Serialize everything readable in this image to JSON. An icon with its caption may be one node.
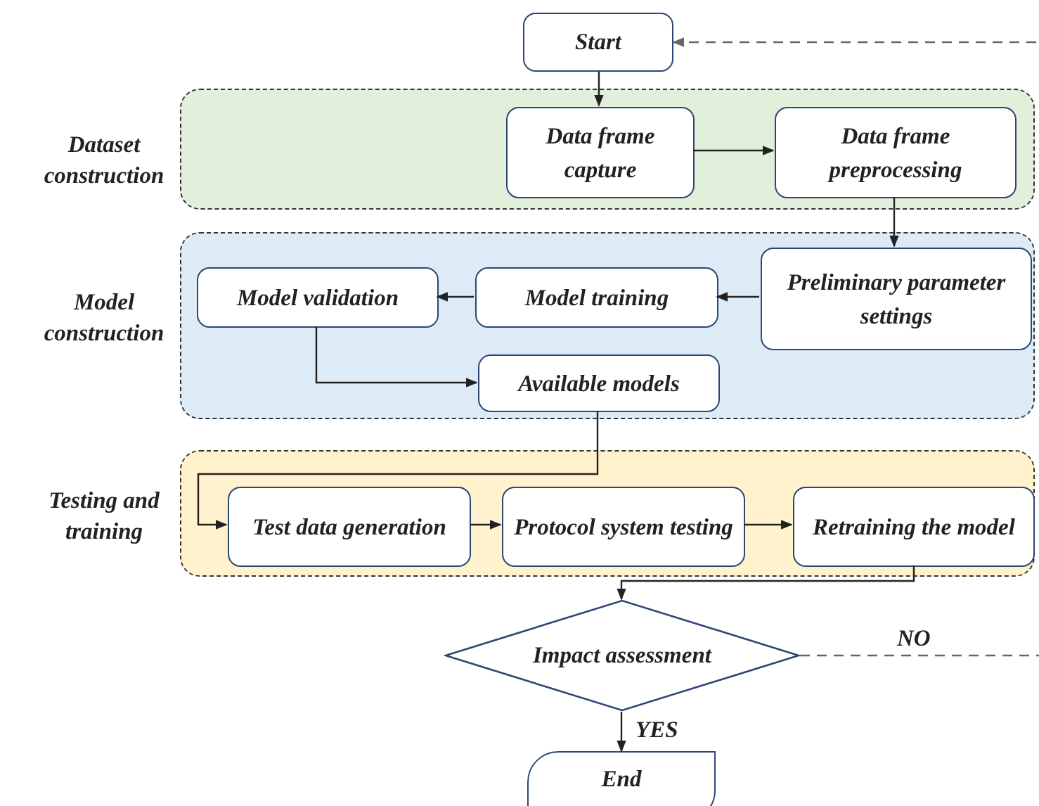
{
  "diagram": {
    "nodes": [
      {
        "text": [
          "Start"
        ]
      },
      {
        "text": [
          "Dataset construction"
        ]
      },
      {
        "text": [
          "Data frame capture"
        ],
        "in": 1
      },
      {
        "text": [
          "Data frame preprocessing"
        ],
        "in": 1
      },
      {
        "text": [
          "Model construction"
        ]
      },
      {
        "text": [
          "Preliminary parameter settings"
        ],
        "in": 4
      },
      {
        "text": [
          "Model training"
        ],
        "in": 4
      },
      {
        "text": [
          "Model validation"
        ],
        "in": 4
      },
      {
        "text": [
          "Available models"
        ],
        "in": 4
      },
      {
        "text": [
          "Testing and training"
        ]
      },
      {
        "text": [
          "Test data generation"
        ],
        "in": 9
      },
      {
        "text": [
          "Protocol system testing"
        ],
        "in": 9
      },
      {
        "text": [
          "Retraining the model"
        ],
        "in": 9
      },
      {
        "text": [
          "Impact assessment"
        ]
      },
      {
        "text": [
          "End"
        ]
      }
    ],
    "edges": [
      {
        "from": 0,
        "to": 2,
        "arrow": "to"
      },
      {
        "from": 2,
        "to": 3,
        "arrow": "to"
      },
      {
        "from": 3,
        "to": 5,
        "arrow": "to"
      },
      {
        "from": 5,
        "to": 6,
        "arrow": "to"
      },
      {
        "from": 6,
        "to": 7,
        "arrow": "to"
      },
      {
        "from": 7,
        "to": 8,
        "arrow": "to"
      },
      {
        "from": 8,
        "to": 10,
        "arrow": "to"
      },
      {
        "from": 10,
        "to": 11,
        "arrow": "to"
      },
      {
        "from": 11,
        "to": 12,
        "arrow": "to"
      },
      {
        "from": 12,
        "to": 13,
        "arrow": "to"
      },
      {
        "from": 13,
        "to": 14,
        "arrow": "to",
        "label": "YES"
      },
      {
        "from": 13,
        "to": 0,
        "arrow": "to",
        "label": "NO",
        "style": "dashed",
        "color": "#666666"
      }
    ]
  }
}
